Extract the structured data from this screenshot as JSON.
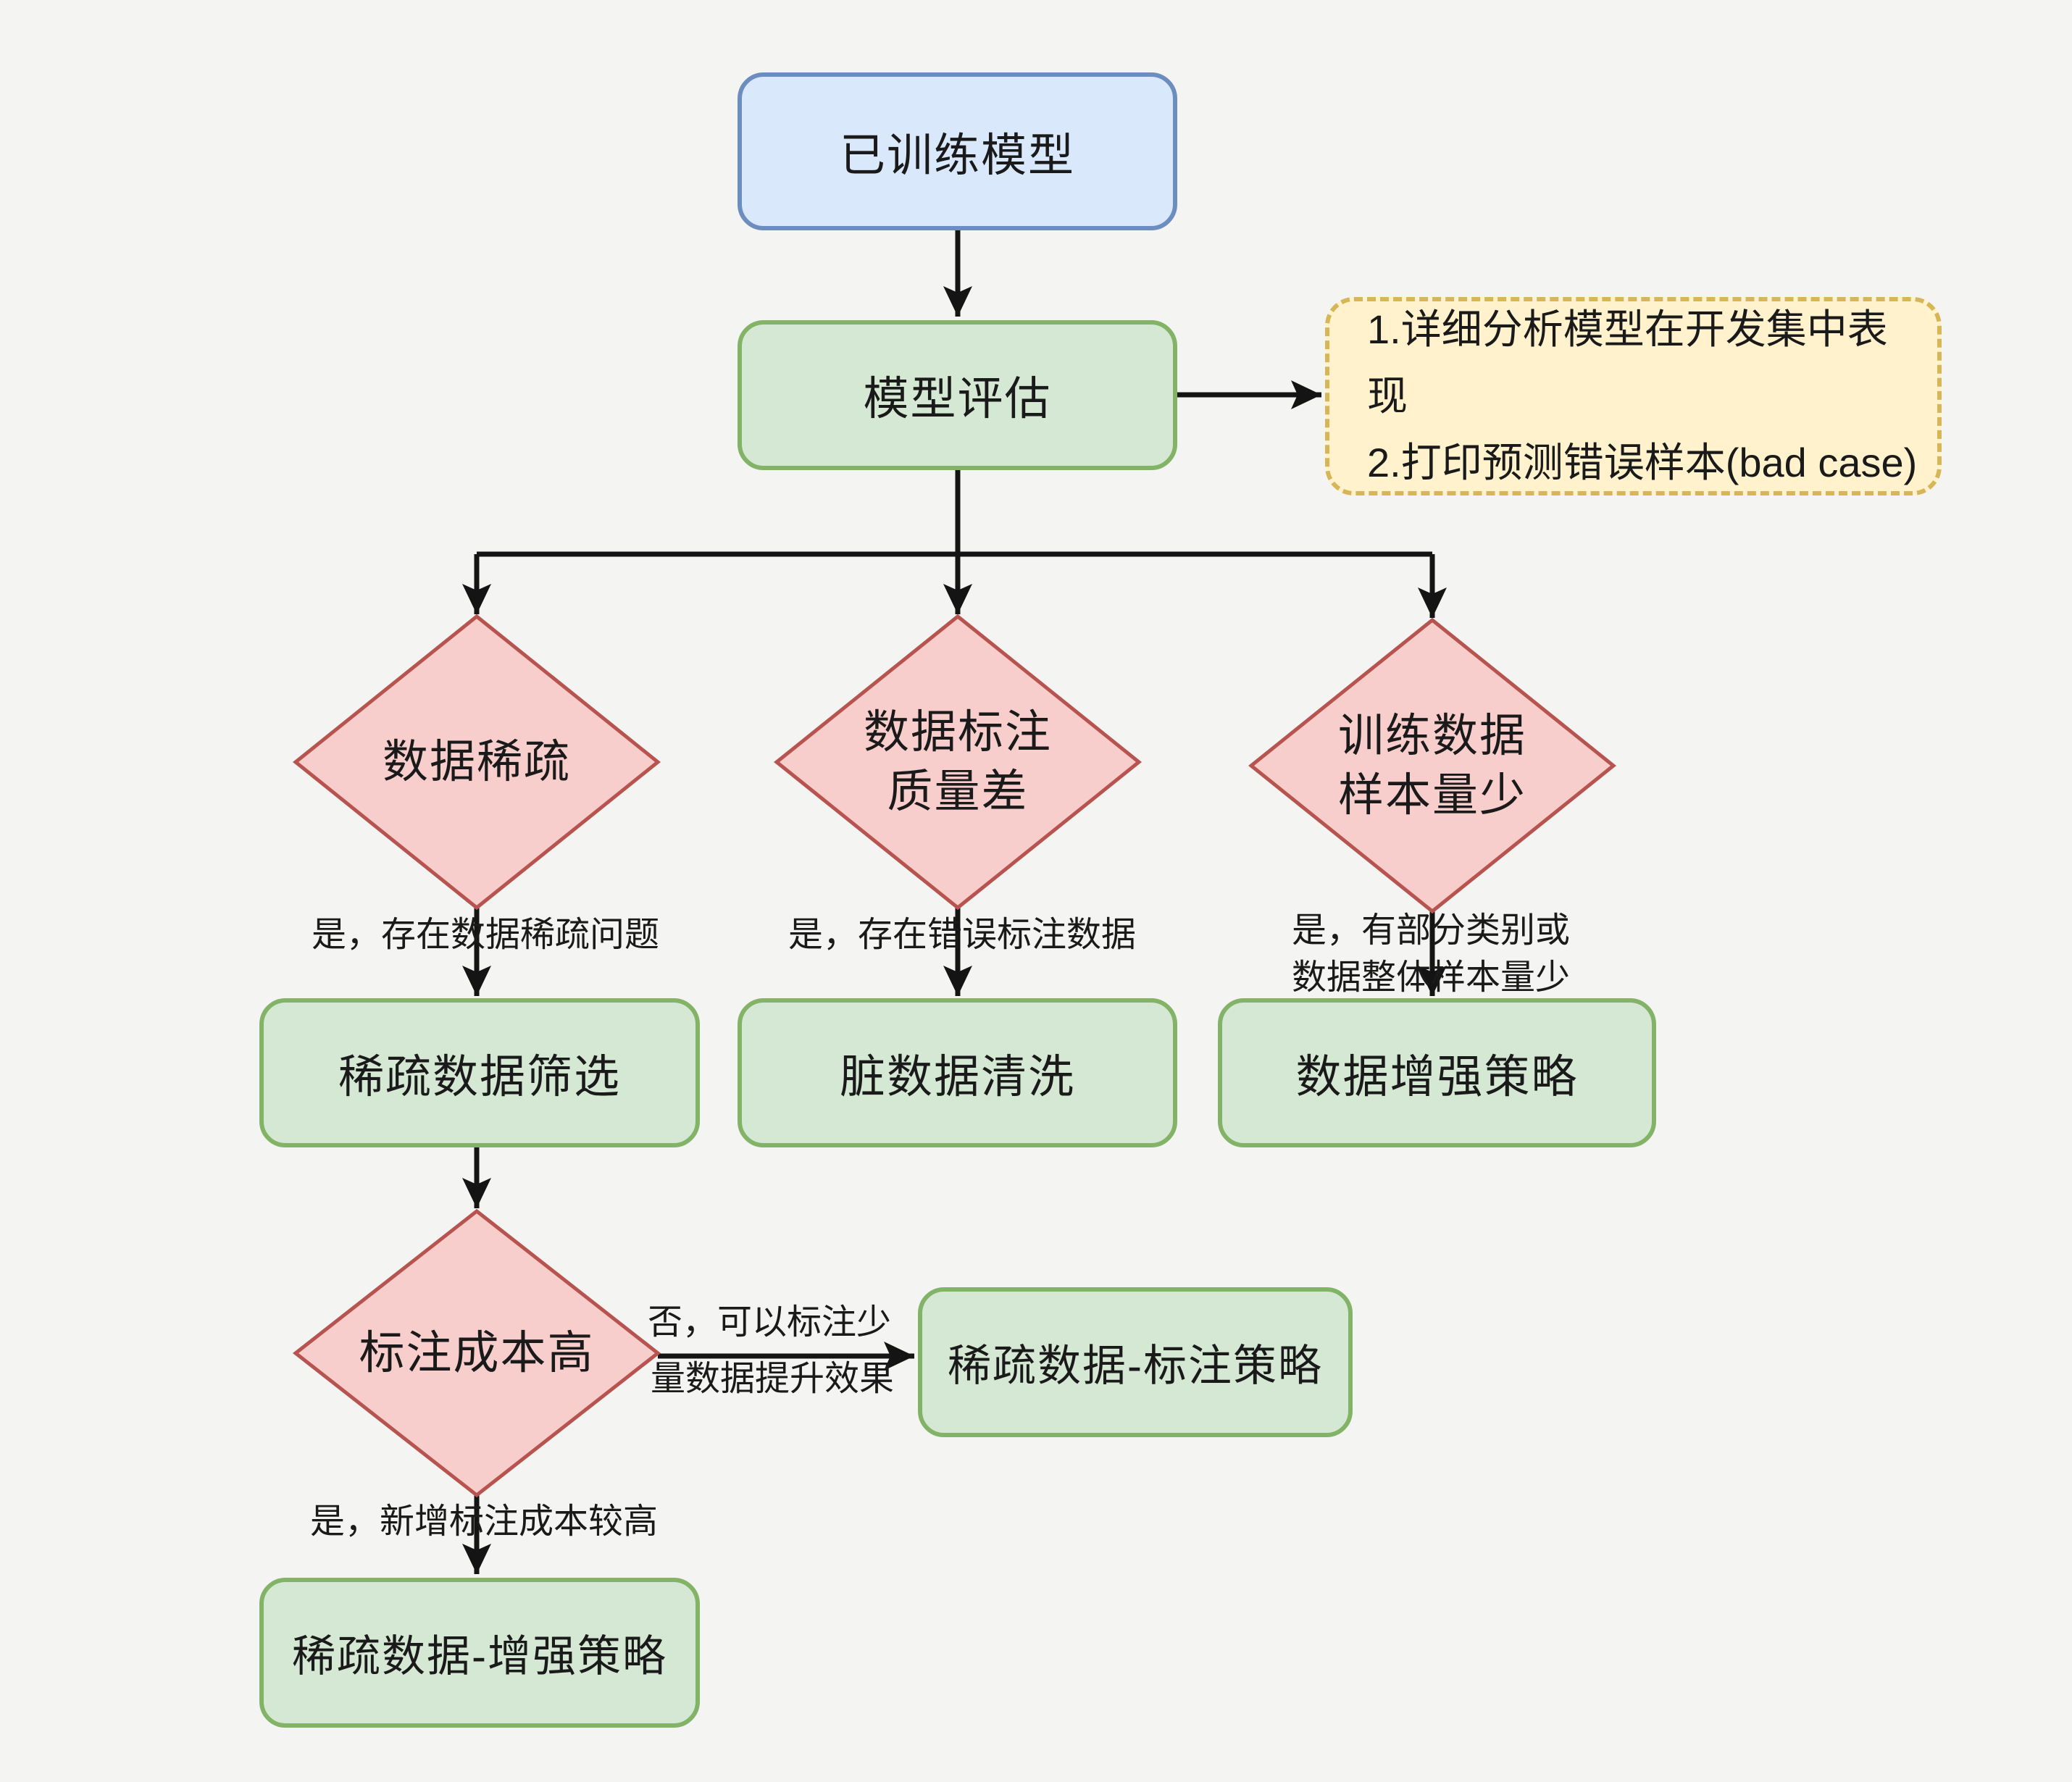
{
  "diagram": {
    "background_color": "#f4f4f2",
    "colors": {
      "blue_fill": "#dae8fc",
      "blue_stroke": "#6c8ebf",
      "green_fill": "#d5e8d4",
      "green_stroke": "#82b366",
      "pink_fill": "#f8cecc",
      "pink_stroke": "#b85450",
      "yellow_fill": "#fff2cc",
      "yellow_stroke": "#d6b656",
      "edge_color": "#141414"
    },
    "nodes": {
      "trained_model": "已训练模型",
      "model_eval": "模型评估",
      "note_line1": "1.详细分析模型在开发集中表现",
      "note_line2": "2.打印预测错误样本(bad case)",
      "decision_sparse": "数据稀疏",
      "decision_label_quality_line1": "数据标注",
      "decision_label_quality_line2": "质量差",
      "decision_sample_size_line1": "训练数据",
      "decision_sample_size_line2": "样本量少",
      "sparse_filter": "稀疏数据筛选",
      "dirty_clean": "脏数据清洗",
      "augmentation": "数据增强策略",
      "decision_label_cost": "标注成本高",
      "sparse_label_strategy": "稀疏数据-标注策略",
      "sparse_aug_strategy": "稀疏数据-增强策略"
    },
    "edge_labels": {
      "yes_sparse": "是，存在数据稀疏问题",
      "yes_mislabel": "是，存在错误标注数据",
      "yes_few_line1": "是，有部分类别或",
      "yes_few_line2": "数据整体样本量少",
      "no_cost_line1": "否，可以标注少",
      "no_cost_line2": "量数据提升效果",
      "yes_cost": "是，新增标注成本较高"
    }
  }
}
